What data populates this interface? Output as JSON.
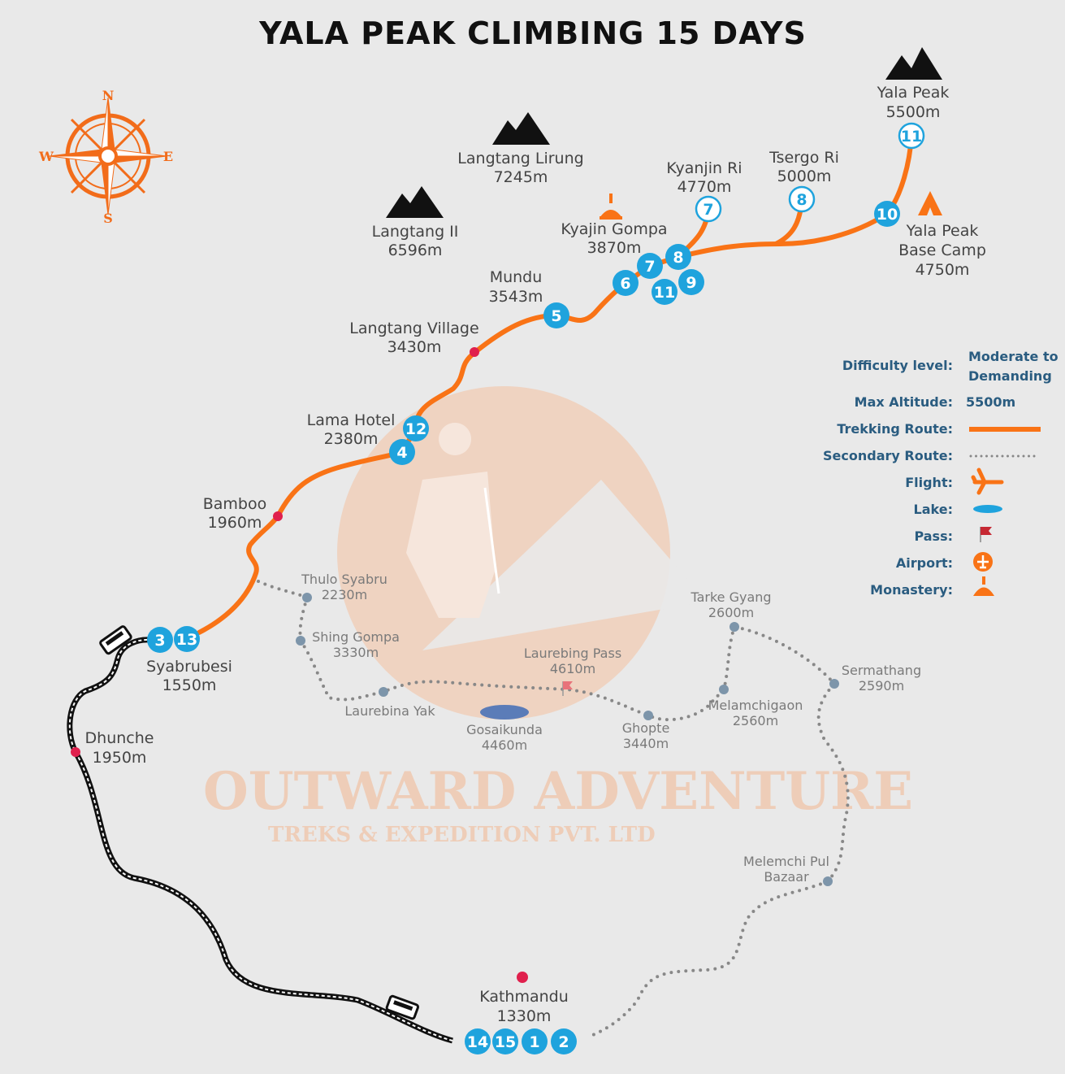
{
  "title": "YALA PEAK CLIMBING 15 DAYS",
  "compass": {
    "n": "N",
    "s": "S",
    "e": "E",
    "w": "W"
  },
  "watermark": {
    "line1": "OUTWARD ADVENTURE",
    "line2": "TREKS & EXPEDITION PVT. LTD"
  },
  "peaks": [
    {
      "name": "Yala Peak",
      "alt": "5500m"
    },
    {
      "name": "Langtang Lirung",
      "alt": "7245m"
    },
    {
      "name": "Langtang II",
      "alt": "6596m"
    }
  ],
  "places": {
    "kyanjin_ri": {
      "name": "Kyanjin Ri",
      "alt": "4770m"
    },
    "tsergo_ri": {
      "name": "Tsergo Ri",
      "alt": "5000m"
    },
    "yala_base": {
      "name1": "Yala Peak",
      "name2": "Base Camp",
      "alt": "4750m"
    },
    "kyajin_gompa": {
      "name": "Kyajin Gompa",
      "alt": "3870m"
    },
    "mundu": {
      "name": "Mundu",
      "alt": "3543m"
    },
    "langtang_village": {
      "name": "Langtang Village",
      "alt": "3430m"
    },
    "lama_hotel": {
      "name": "Lama Hotel",
      "alt": "2380m"
    },
    "bamboo": {
      "name": "Bamboo",
      "alt": "1960m"
    },
    "syabrubesi": {
      "name": "Syabrubesi",
      "alt": "1550m"
    },
    "dhunche": {
      "name": "Dhunche",
      "alt": "1950m"
    },
    "kathmandu": {
      "name": "Kathmandu",
      "alt": "1330m"
    }
  },
  "secondary_places": {
    "thulo_syabru": {
      "name": "Thulo Syabru",
      "alt": "2230m"
    },
    "shing_gompa": {
      "name": "Shing Gompa",
      "alt": "3330m"
    },
    "laurebina_yak": {
      "name": "Laurebina Yak"
    },
    "laurebing_pass": {
      "name": "Laurebing Pass",
      "alt": "4610m"
    },
    "gosaikunda": {
      "name": "Gosaikunda",
      "alt": "4460m"
    },
    "ghopte": {
      "name": "Ghopte",
      "alt": "3440m"
    },
    "melamchigaon": {
      "name": "Melamchigaon",
      "alt": "2560m"
    },
    "tarke_gyang": {
      "name": "Tarke Gyang",
      "alt": "2600m"
    },
    "sermathang": {
      "name": "Sermathang",
      "alt": "2590m"
    },
    "melemchi_pul": {
      "name1": "Melemchi Pul",
      "name2": "Bazaar"
    }
  },
  "days": {
    "d1": "1",
    "d2": "2",
    "d3": "3",
    "d4": "4",
    "d5": "5",
    "d6": "6",
    "d7": "7",
    "d7b": "7",
    "d8": "8",
    "d8b": "8",
    "d9": "9",
    "d10": "10",
    "d11": "11",
    "d11b": "11",
    "d12": "12",
    "d13": "13",
    "d14": "14",
    "d15": "15"
  },
  "legend": {
    "difficulty_label": "Difficulty level:",
    "difficulty_value1": "Moderate to",
    "difficulty_value2": "Demanding",
    "altitude_label": "Max Altitude:",
    "altitude_value": "5500m",
    "trekking_label": "Trekking Route:",
    "secondary_label": "Secondary Route:",
    "flight_label": "Flight:",
    "lake_label": "Lake:",
    "pass_label": "Pass:",
    "airport_label": "Airport:",
    "monastery_label": "Monastery:"
  },
  "colors": {
    "route": "#f97316",
    "marker": "#1fa3dd",
    "road": "#111111",
    "secondary": "#888888",
    "stop": "#e0204d"
  }
}
